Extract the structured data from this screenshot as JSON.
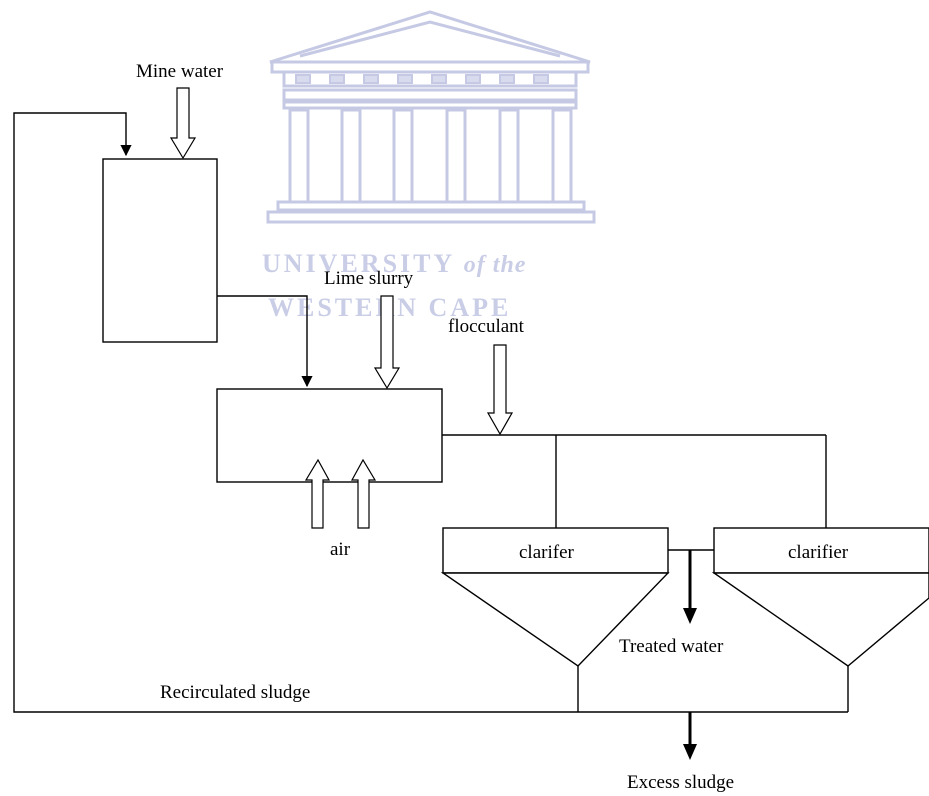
{
  "watermark": {
    "line1_main": "UNIVERSITY",
    "line1_italic": "of the",
    "line2": "WESTERN CAPE"
  },
  "labels": {
    "mine_water": "Mine water",
    "lime_slurry": "Lime slurry",
    "flocculant": "flocculant",
    "air": "air",
    "clarifier_left": "clarifer",
    "clarifier_right": "clarifier",
    "treated_water": "Treated water",
    "recirculated_sludge": "Recirculated sludge",
    "excess_sludge": "Excess sludge"
  }
}
